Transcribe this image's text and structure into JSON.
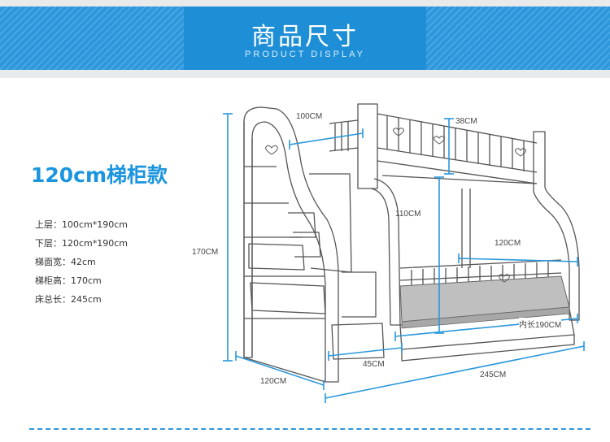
{
  "header": {
    "title": "商品尺寸",
    "subtitle": "PRODUCT DISPLAY"
  },
  "model": {
    "title": "120cm梯柜款"
  },
  "specs": [
    "上层：100cm*190cm",
    "下层：120cm*190cm",
    "梯面宽：42cm",
    "梯柜高：170cm",
    "床总长：245cm"
  ],
  "dimensions": {
    "upper_width": "100CM",
    "rail_height": "38CM",
    "total_height": "170CM",
    "clearance": "110CM",
    "lower_width": "120CM",
    "inner_length": "内长190CM",
    "step_width": "45CM",
    "base_width": "120CM",
    "total_length": "245CM"
  },
  "colors": {
    "accent": "#1e8fd6",
    "dimension_line": "#2a98dc",
    "outline": "#555555",
    "mattress": "#bfbfbf"
  }
}
